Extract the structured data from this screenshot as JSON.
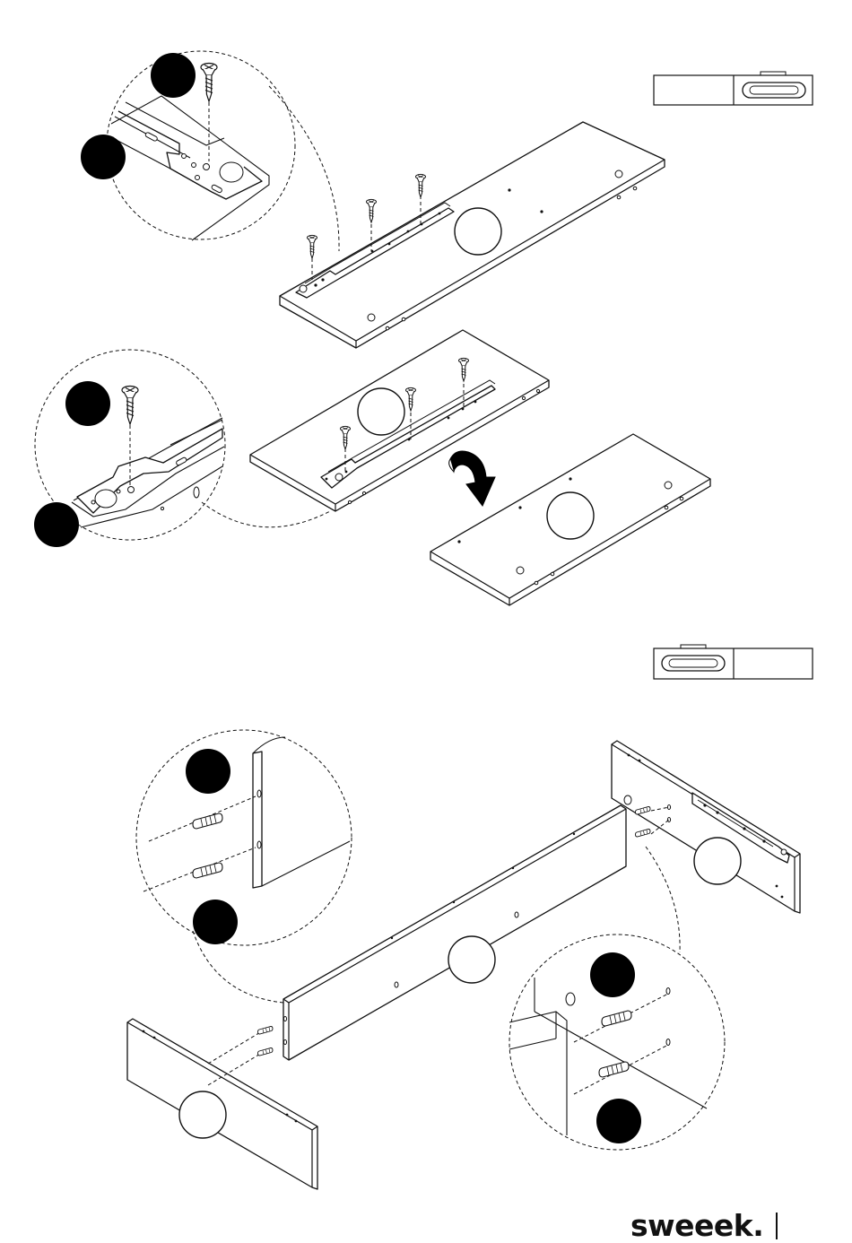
{
  "document": {
    "type": "assembly-instructions",
    "steps": [
      {
        "step": "attach-drawer-runners",
        "callouts": 4,
        "part_labels": 3,
        "screws": 6
      },
      {
        "step": "assemble-drawer-frame",
        "callouts": 4,
        "part_labels": 3,
        "dowels": 4
      }
    ]
  },
  "footer": {
    "brand": "sweeek."
  },
  "colors": {
    "ink": "#111111",
    "badge": "#000000",
    "paper": "#ffffff"
  },
  "icons": [
    "screw-icon",
    "dowel-icon",
    "rotate-arrow-icon",
    "tool-box-icon"
  ]
}
